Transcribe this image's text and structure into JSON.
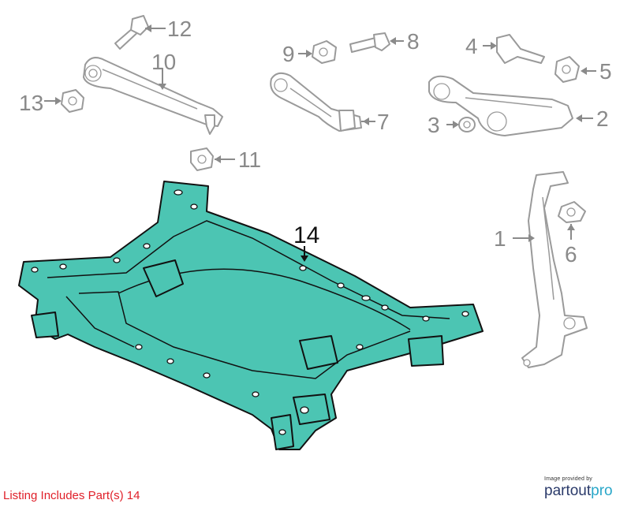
{
  "callouts": {
    "c1": "1",
    "c2": "2",
    "c3": "3",
    "c4": "4",
    "c5": "5",
    "c6": "6",
    "c7": "7",
    "c8": "8",
    "c9": "9",
    "c10": "10",
    "c11": "11",
    "c12": "12",
    "c13": "13",
    "c14": "14"
  },
  "highlighted_part": "14",
  "colors": {
    "highlight_fill": "#4cc5b3",
    "listing_text": "#e0202a",
    "callout_gray": "#8a8a8a"
  },
  "footer": {
    "listing_text": "Listing Includes Part(s) 14",
    "credit_caption": "Image provided by",
    "brand_part1": "partout",
    "brand_part2": "pro"
  }
}
